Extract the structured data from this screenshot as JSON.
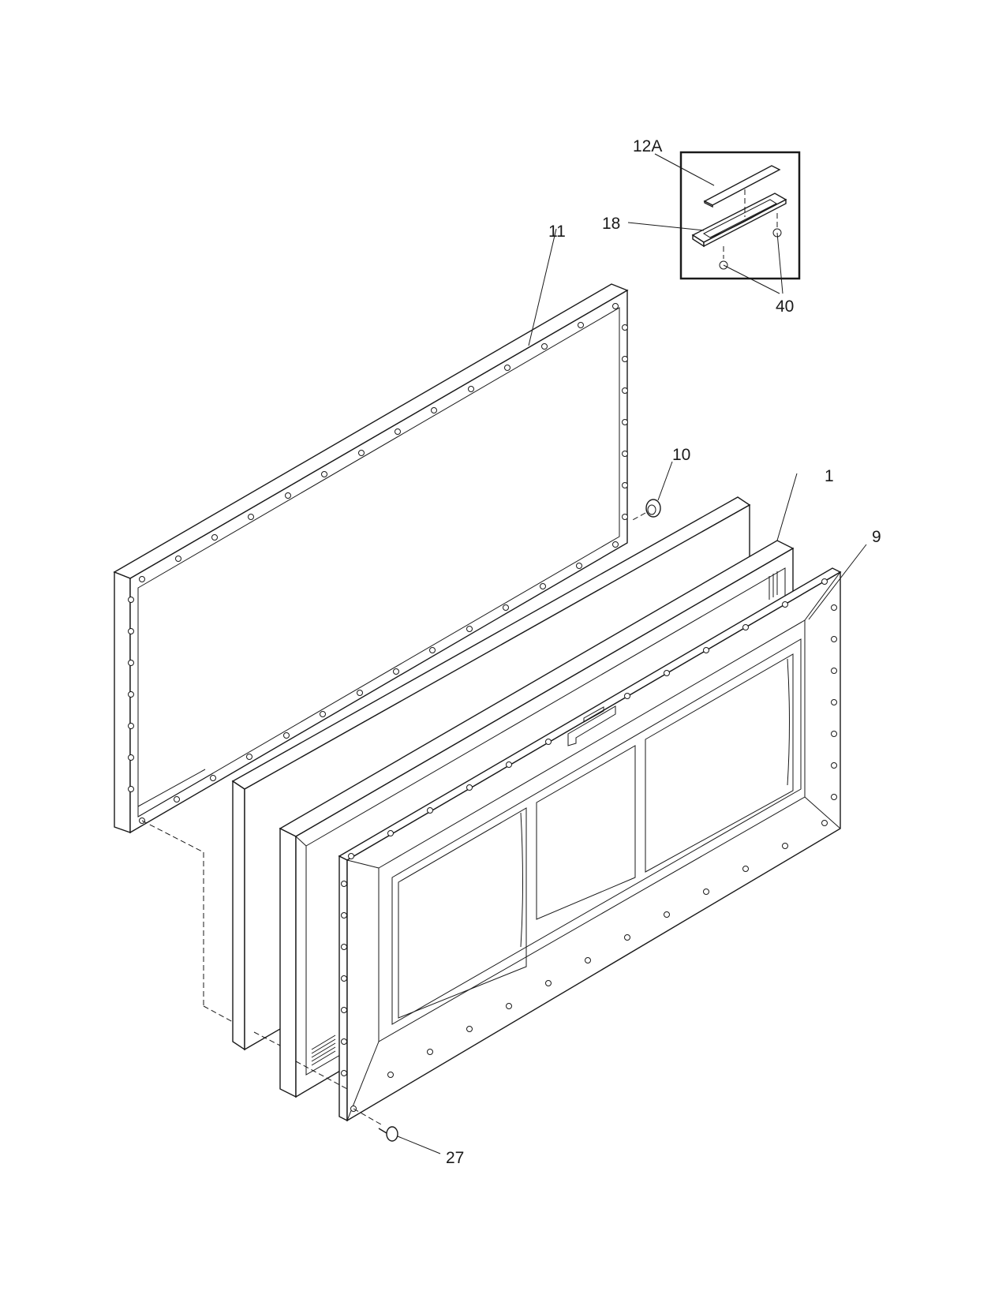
{
  "callouts": {
    "part_12A": "12A",
    "part_18": "18",
    "part_40": "40",
    "part_11": "11",
    "part_10": "10",
    "part_1": "1",
    "part_9": "9",
    "part_27": "27"
  }
}
